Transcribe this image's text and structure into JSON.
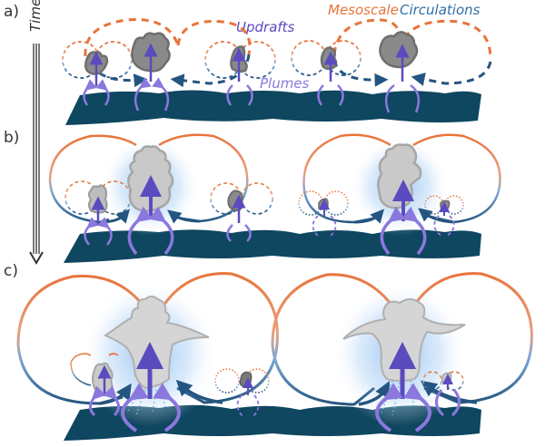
{
  "figure": {
    "time_label": "Time",
    "panels": [
      {
        "id": "a",
        "label": "a)"
      },
      {
        "id": "b",
        "label": "b)"
      },
      {
        "id": "c",
        "label": "c)"
      }
    ],
    "legend": {
      "updrafts": "Updrafts",
      "plumes": "Plumes",
      "mesoscale_word1": "Mesoscale",
      "mesoscale_word2": "Circulations"
    }
  },
  "colors": {
    "warm": "#e8743b",
    "cool": "#3f7fbf",
    "dark_blue": "#245580",
    "updraft": "#5a4bbf",
    "plume": "#8b78dd",
    "ground": "#0f4660",
    "cloud_dark": "#8a8a8a",
    "cloud_light": "#c9c9c9",
    "glow": "#9cc6f2",
    "text": "#333333"
  }
}
